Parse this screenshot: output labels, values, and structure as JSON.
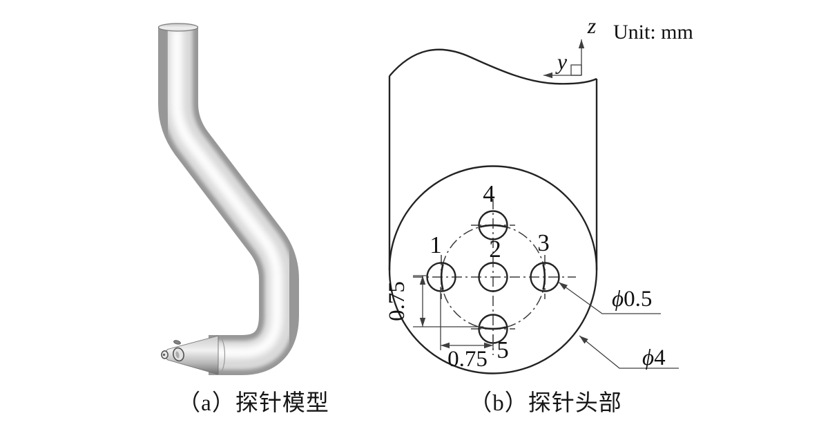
{
  "panel_a": {
    "caption": "（a）探针模型"
  },
  "panel_b": {
    "caption": "（b）探针头部",
    "unit_label": "Unit: mm",
    "axis_z": "z",
    "axis_y": "y",
    "hole_labels": {
      "h1": "1",
      "h2": "2",
      "h3": "3",
      "h4": "4",
      "h5": "5"
    },
    "dim_vertical": "0.75",
    "dim_horizontal": "0.75",
    "dia_symbol": "ϕ",
    "hole_dia_value": "0.5",
    "head_dia_value": "4"
  },
  "colors": {
    "drawing_line": "#232323",
    "text": "#111111",
    "render_metal_light": "#ffffff",
    "render_metal_dark": "#8f8f8f"
  }
}
